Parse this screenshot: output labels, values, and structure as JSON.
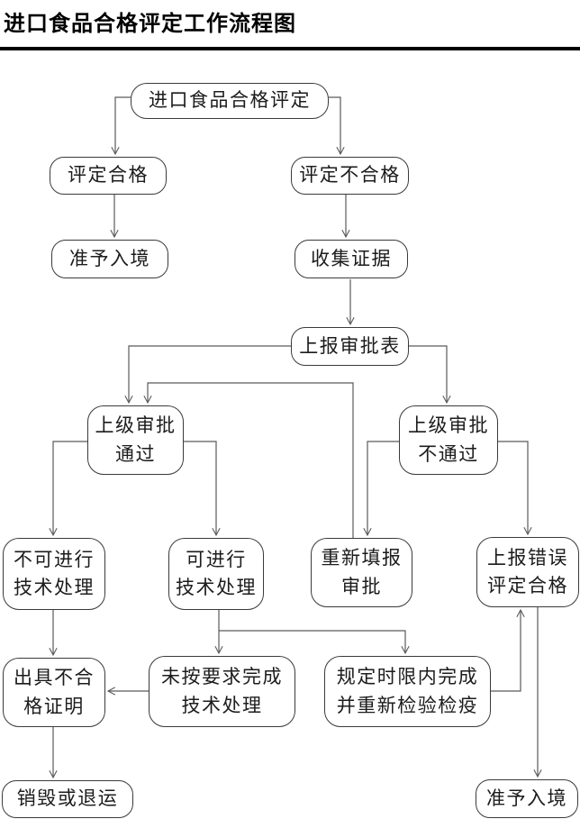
{
  "page": {
    "title": "进口食品合格评定工作流程图"
  },
  "diagram": {
    "type": "flowchart",
    "nodes": {
      "assess": {
        "label": "进口食品合格评定"
      },
      "pass": {
        "label": "评定合格"
      },
      "entry_top": {
        "label": "准予入境"
      },
      "fail": {
        "label": "评定不合格"
      },
      "evidence": {
        "label": "收集证据"
      },
      "form": {
        "label": "上报审批表"
      },
      "approved": {
        "label": "上级审批\n通过"
      },
      "rejected": {
        "label": "上级审批\n不通过"
      },
      "refill": {
        "label": "重新填报\n审批"
      },
      "wrong_report": {
        "label": "上报错误\n评定合格"
      },
      "cannot_treat": {
        "label": "不可进行\n技术处理"
      },
      "can_treat": {
        "label": "可进行\n技术处理"
      },
      "not_done": {
        "label": "未按要求完成\n技术处理"
      },
      "done": {
        "label": "规定时限内完成\n并重新检验检疫"
      },
      "cert": {
        "label": "出具不合\n格证明"
      },
      "destroy": {
        "label": "销毁或退运"
      },
      "entry_bottom": {
        "label": "准予入境"
      }
    },
    "edges": [
      {
        "from": "assess",
        "to": "pass"
      },
      {
        "from": "assess",
        "to": "fail"
      },
      {
        "from": "pass",
        "to": "entry_top"
      },
      {
        "from": "fail",
        "to": "evidence"
      },
      {
        "from": "evidence",
        "to": "form"
      },
      {
        "from": "form",
        "to": "approved"
      },
      {
        "from": "form",
        "to": "rejected"
      },
      {
        "from": "refill",
        "to": "approved"
      },
      {
        "from": "rejected",
        "to": "refill"
      },
      {
        "from": "rejected",
        "to": "wrong_report"
      },
      {
        "from": "approved",
        "to": "cannot_treat"
      },
      {
        "from": "approved",
        "to": "can_treat"
      },
      {
        "from": "cannot_treat",
        "to": "cert"
      },
      {
        "from": "can_treat",
        "to": "not_done"
      },
      {
        "from": "can_treat",
        "to": "done"
      },
      {
        "from": "not_done",
        "to": "cert"
      },
      {
        "from": "done",
        "to": "wrong_report"
      },
      {
        "from": "cert",
        "to": "destroy"
      },
      {
        "from": "wrong_report",
        "to": "entry_bottom"
      }
    ]
  },
  "colors": {
    "background": "#ffffff",
    "title": "#000000",
    "node_border": "#3a3a3a",
    "connector": "#5a5a5a",
    "text": "#1c1c1c"
  }
}
